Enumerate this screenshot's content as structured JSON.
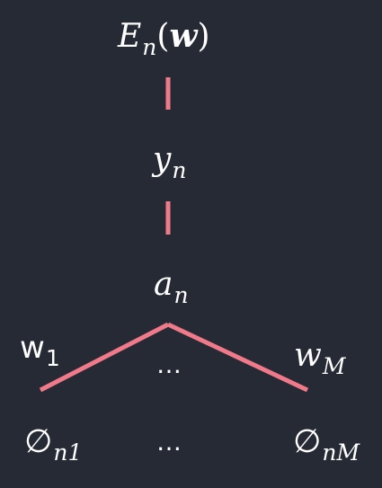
{
  "colors": {
    "background": "#262a34",
    "edge": "#f07a8a",
    "text": "#ffffff"
  },
  "nodes": {
    "error": {
      "symbol": "E",
      "subscript": "n",
      "argument": "w"
    },
    "output": {
      "symbol": "y",
      "subscript": "n"
    },
    "activation": {
      "symbol": "a",
      "subscript": "n"
    },
    "weight_first": {
      "symbol": "w",
      "subscript": "1"
    },
    "weight_last": {
      "symbol": "w",
      "subscript": "M"
    },
    "weight_dots": "…",
    "input_first": {
      "symbol": "∅",
      "subscript": "n1"
    },
    "input_dots": "…",
    "input_last": {
      "symbol": "∅",
      "subscript": "nM"
    }
  }
}
